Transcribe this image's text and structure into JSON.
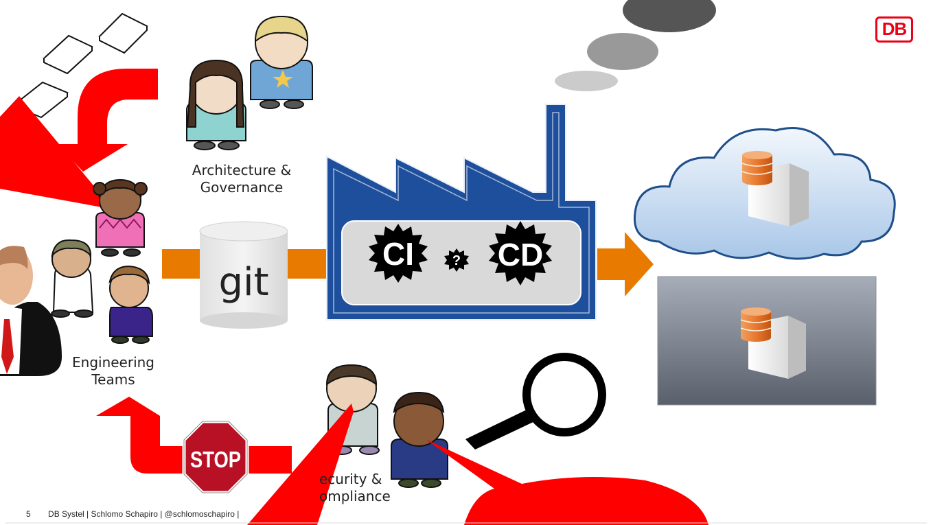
{
  "slide": {
    "page_number": "5",
    "footer_text": "DB Systel | Schlomo Schapiro | @schlomoschapiro |",
    "logo_text": "DB"
  },
  "labels": {
    "architecture": [
      "Architecture &",
      "Governance"
    ],
    "engineering": [
      "Engineering",
      "Teams"
    ],
    "security": [
      "ecurity &",
      "ompliance"
    ]
  },
  "factory": {
    "ci_label": "CI",
    "cd_label": "CD",
    "question_label": "?"
  },
  "git_label": "git",
  "stop_label": "STOP",
  "colors": {
    "red": "#ff0000",
    "orange": "#e87a00",
    "factory_blue": "#1e4f9c",
    "db_red": "#ec0016"
  }
}
